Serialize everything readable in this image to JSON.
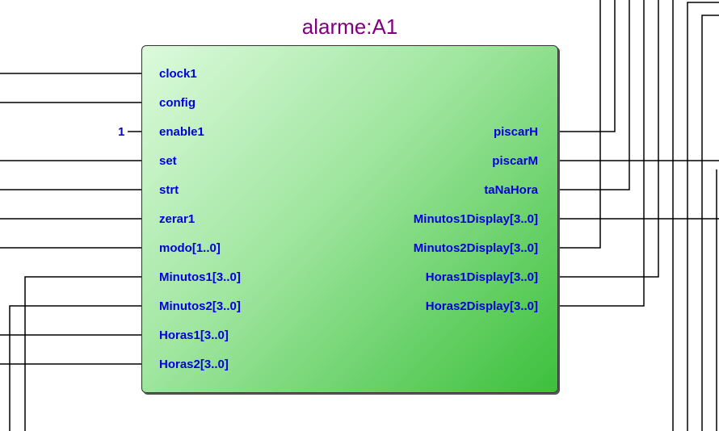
{
  "block": {
    "title": "alarme:A1",
    "colors": {
      "title": "#800080",
      "port_text": "#0000dd",
      "wire": "#000000"
    }
  },
  "inputs": [
    {
      "label": "clock1"
    },
    {
      "label": "config"
    },
    {
      "label": "enable1",
      "constant": "1"
    },
    {
      "label": "set"
    },
    {
      "label": "strt"
    },
    {
      "label": "zerar1"
    },
    {
      "label": "modo[1..0]"
    },
    {
      "label": "Minutos1[3..0]"
    },
    {
      "label": "Minutos2[3..0]"
    },
    {
      "label": "Horas1[3..0]"
    },
    {
      "label": "Horas2[3..0]"
    }
  ],
  "outputs": [
    {
      "label": "piscarH"
    },
    {
      "label": "piscarM"
    },
    {
      "label": "taNaHora"
    },
    {
      "label": "Minutos1Display[3..0]"
    },
    {
      "label": "Minutos2Display[3..0]"
    },
    {
      "label": "Horas1Display[3..0]"
    },
    {
      "label": "Horas2Display[3..0]"
    }
  ]
}
